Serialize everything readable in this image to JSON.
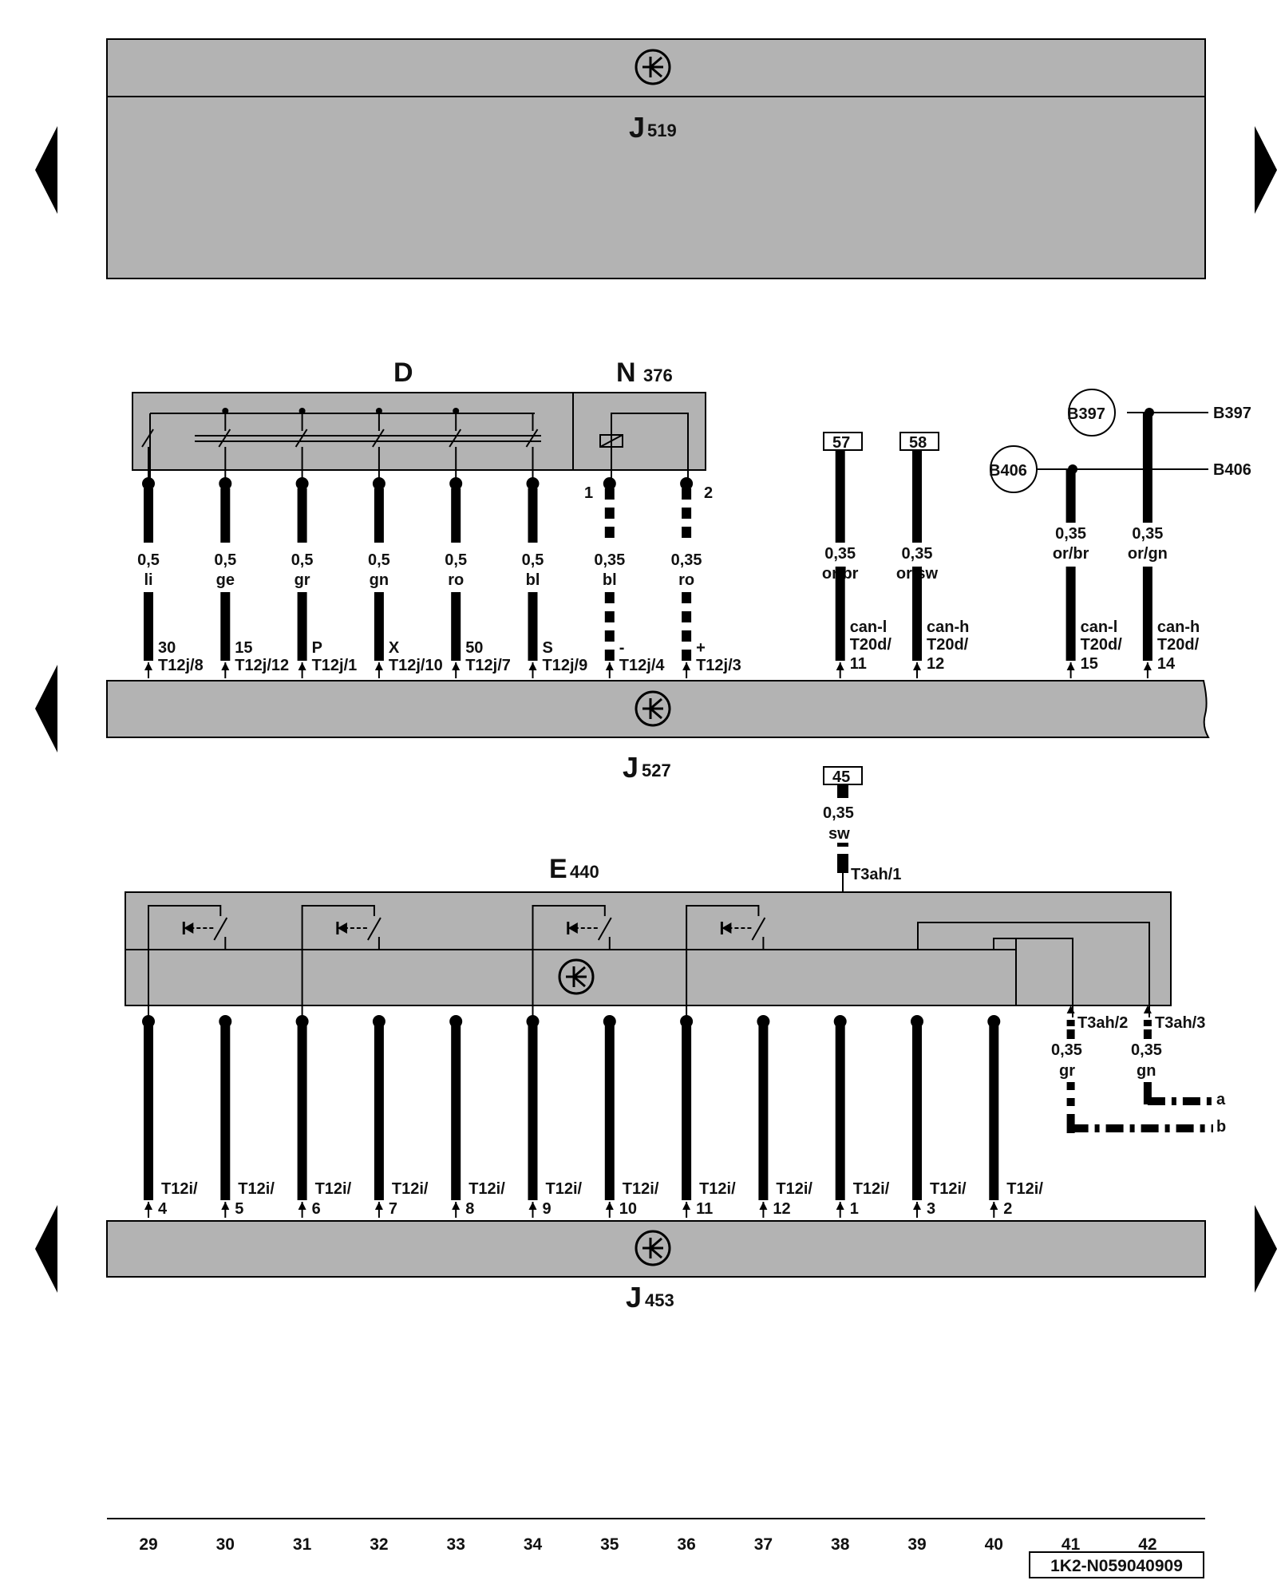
{
  "modules": {
    "j519": {
      "letter": "J",
      "sub": "519"
    },
    "j527": {
      "letter": "J",
      "sub": "527"
    },
    "j453": {
      "letter": "J",
      "sub": "453"
    },
    "d": {
      "letter": "D"
    },
    "n376": {
      "letter": "N",
      "sub": "376"
    },
    "e440": {
      "letter": "E",
      "sub": "440"
    }
  },
  "top_wires": [
    {
      "col": 29,
      "size": "0,5",
      "color": "li",
      "func": "30",
      "pin": "T12j/8"
    },
    {
      "col": 30,
      "size": "0,5",
      "color": "ge",
      "func": "15",
      "pin": "T12j/12"
    },
    {
      "col": 31,
      "size": "0,5",
      "color": "gr",
      "func": "P",
      "pin": "T12j/1"
    },
    {
      "col": 32,
      "size": "0,5",
      "color": "gn",
      "func": "X",
      "pin": "T12j/10"
    },
    {
      "col": 33,
      "size": "0,5",
      "color": "ro",
      "func": "50",
      "pin": "T12j/7"
    },
    {
      "col": 34,
      "size": "0,5",
      "color": "bl",
      "func": "S",
      "pin": "T12j/9"
    },
    {
      "col": 35,
      "size": "0,35",
      "color": "bl",
      "func": "-",
      "pin": "T12j/4",
      "n_pin": "1"
    },
    {
      "col": 36,
      "size": "0,35",
      "color": "ro",
      "func": "+",
      "pin": "T12j/3",
      "n_pin": "2"
    }
  ],
  "can_wires": [
    {
      "col": 38,
      "ref": "57",
      "size": "0,35",
      "color": "or/br",
      "func": "can-l",
      "pin1": "T20d/",
      "pin2": "11"
    },
    {
      "col": 39,
      "ref": "58",
      "size": "0,35",
      "color": "or/sw",
      "func": "can-h",
      "pin1": "T20d/",
      "pin2": "12"
    },
    {
      "col": 41,
      "size": "0,35",
      "color": "or/br",
      "func": "can-l",
      "pin1": "T20d/",
      "pin2": "15"
    },
    {
      "col": 42,
      "size": "0,35",
      "color": "or/gn",
      "func": "can-h",
      "pin1": "T20d/",
      "pin2": "14"
    }
  ],
  "bus": {
    "b397": "B397",
    "b406": "B406"
  },
  "e440_feed": {
    "ref": "45",
    "size": "0,35",
    "color": "sw",
    "pin": "T3ah/1"
  },
  "e440_out": [
    {
      "col": 41,
      "pin": "T3ah/2",
      "size": "0,35",
      "color": "gr"
    },
    {
      "col": 42,
      "pin": "T3ah/3",
      "size": "0,35",
      "color": "gn"
    }
  ],
  "continuation": {
    "a": "a",
    "b": "b"
  },
  "bottom_wires": [
    {
      "col": 29,
      "pin1": "T12i/",
      "pin2": "4"
    },
    {
      "col": 30,
      "pin1": "T12i/",
      "pin2": "5"
    },
    {
      "col": 31,
      "pin1": "T12i/",
      "pin2": "6"
    },
    {
      "col": 32,
      "pin1": "T12i/",
      "pin2": "7"
    },
    {
      "col": 33,
      "pin1": "T12i/",
      "pin2": "8"
    },
    {
      "col": 34,
      "pin1": "T12i/",
      "pin2": "9"
    },
    {
      "col": 35,
      "pin1": "T12i/",
      "pin2": "10"
    },
    {
      "col": 36,
      "pin1": "T12i/",
      "pin2": "11"
    },
    {
      "col": 37,
      "pin1": "T12i/",
      "pin2": "12"
    },
    {
      "col": 38,
      "pin1": "T12i/",
      "pin2": "1"
    },
    {
      "col": 39,
      "pin1": "T12i/",
      "pin2": "3"
    },
    {
      "col": 40,
      "pin1": "T12i/",
      "pin2": "2"
    }
  ],
  "columns": [
    "29",
    "30",
    "31",
    "32",
    "33",
    "34",
    "35",
    "36",
    "37",
    "38",
    "39",
    "40",
    "41",
    "42"
  ],
  "doc_code": "1K2-N059040909",
  "colors": {
    "module_fill": "#b3b3b3",
    "wire": "#000000",
    "background": "#ffffff"
  }
}
